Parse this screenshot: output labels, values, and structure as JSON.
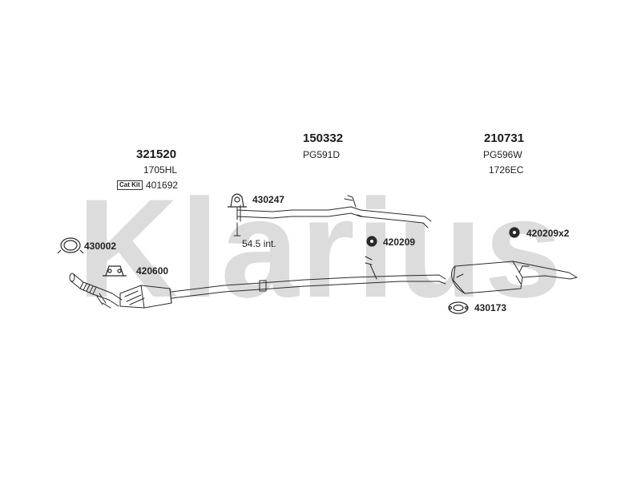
{
  "watermark": {
    "text": "Klarius",
    "color": "#d9d9d9"
  },
  "assemblies": [
    {
      "part_number": "321520",
      "reference": "1705HL"
    },
    {
      "part_number": "150332",
      "reference": "PG591D"
    },
    {
      "part_number": "210731",
      "reference": "PG596W",
      "reference2": "1726EC"
    }
  ],
  "cat_kit": {
    "label": "Cat Kit",
    "number": "401692"
  },
  "fittings": [
    {
      "number": "430247",
      "icon": "clamp-icon"
    },
    {
      "number": "430002",
      "icon": "ring-clamp-icon"
    },
    {
      "number": "420600",
      "icon": "mounting-bracket-icon"
    },
    {
      "number": "420209",
      "icon": "rubber-mount-icon"
    },
    {
      "number": "420209x2",
      "icon": "rubber-mount-icon"
    },
    {
      "number": "430173",
      "icon": "gasket-icon"
    }
  ],
  "dimension_note": "54.5 int.",
  "colors": {
    "line": "#2a2a2a",
    "watermark": "#d9d9d9"
  }
}
